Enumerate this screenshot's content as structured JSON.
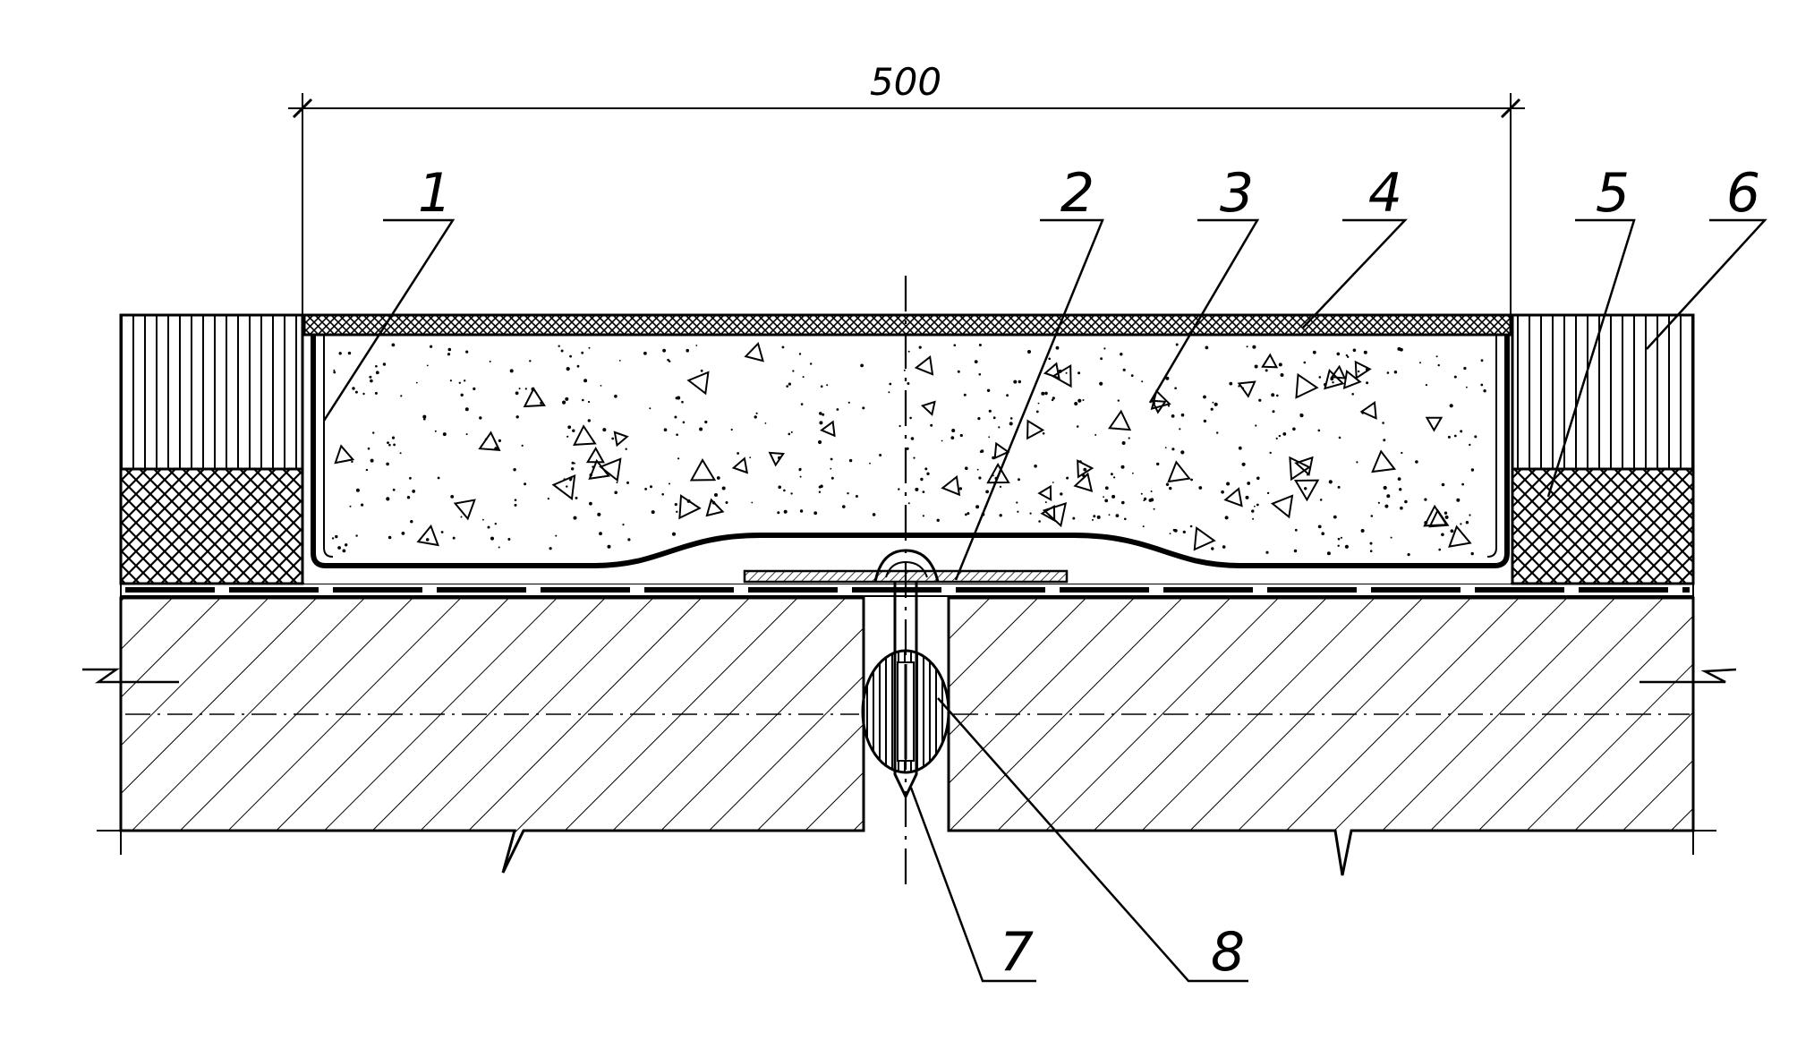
{
  "dimension": {
    "label": "500"
  },
  "callouts": [
    {
      "id": "1",
      "label": "1"
    },
    {
      "id": "2",
      "label": "2"
    },
    {
      "id": "3",
      "label": "3"
    },
    {
      "id": "4",
      "label": "4"
    },
    {
      "id": "5",
      "label": "5"
    },
    {
      "id": "6",
      "label": "6"
    },
    {
      "id": "7",
      "label": "7"
    },
    {
      "id": "8",
      "label": "8"
    }
  ],
  "colors": {
    "ink": "#000000",
    "paper": "#ffffff"
  }
}
